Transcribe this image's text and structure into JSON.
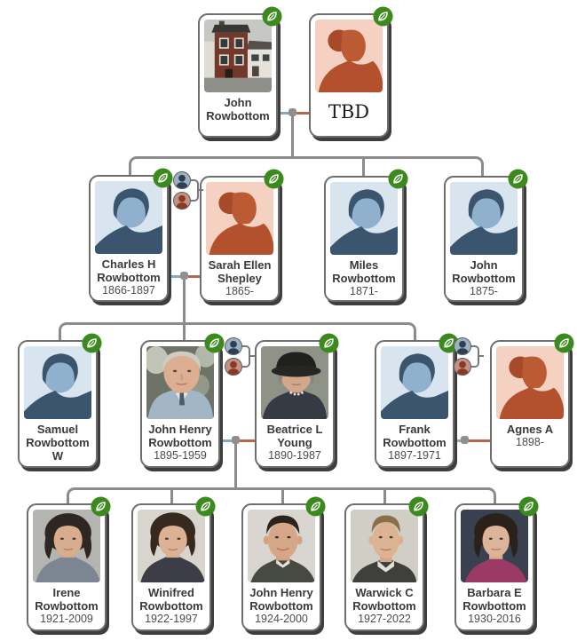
{
  "app": {
    "view": "family-tree"
  },
  "colors": {
    "hint_green": "#3c8a1e",
    "paternal_line": "#84a9c3",
    "maternal_line": "#b5674b",
    "tree_line": "#8c8c8c"
  },
  "icons": {
    "hint_badge": "ancestry-hint-leaf",
    "couple_toggle": "expand-couple-parents"
  },
  "people": {
    "johnSr": {
      "name": "John Rowbottom",
      "dates": "",
      "photo": "house-photo"
    },
    "tbd": {
      "name": "TBD",
      "dates": "",
      "photo": "female-avatar"
    },
    "charles": {
      "name": "Charles H Rowbottom",
      "dates": "1866-1897",
      "photo": "male-avatar"
    },
    "sarah": {
      "name": "Sarah Ellen Shepley",
      "dates": "1865-",
      "photo": "female-avatar"
    },
    "miles": {
      "name": "Miles Rowbottom",
      "dates": "1871-",
      "photo": "male-avatar"
    },
    "john2": {
      "name": "John Rowbottom",
      "dates": "1875-",
      "photo": "male-avatar"
    },
    "samuel": {
      "name": "Samuel Rowbottom W",
      "dates": "",
      "photo": "male-avatar"
    },
    "johnHenry": {
      "name": "John Henry Rowbottom",
      "dates": "1895-1959",
      "photo": "portrait-photo"
    },
    "beatrice": {
      "name": "Beatrice L Young",
      "dates": "1890-1987",
      "photo": "portrait-photo"
    },
    "frank": {
      "name": "Frank Rowbottom",
      "dates": "1897-1971",
      "photo": "male-avatar"
    },
    "agnes": {
      "name": "Agnes A",
      "dates": "1898-",
      "photo": "female-avatar"
    },
    "irene": {
      "name": "Irene Rowbottom",
      "dates": "1921-2009",
      "photo": "portrait-photo"
    },
    "winifred": {
      "name": "Winifred Rowbottom",
      "dates": "1922-1997",
      "photo": "portrait-photo"
    },
    "johnHenryJr": {
      "name": "John Henry Rowbottom",
      "dates": "1924-2000",
      "photo": "portrait-photo"
    },
    "warwick": {
      "name": "Warwick C Rowbottom",
      "dates": "1927-2022",
      "photo": "portrait-photo"
    },
    "barbara": {
      "name": "Barbara E Rowbottom",
      "dates": "1930-2016",
      "photo": "portrait-photo"
    }
  }
}
